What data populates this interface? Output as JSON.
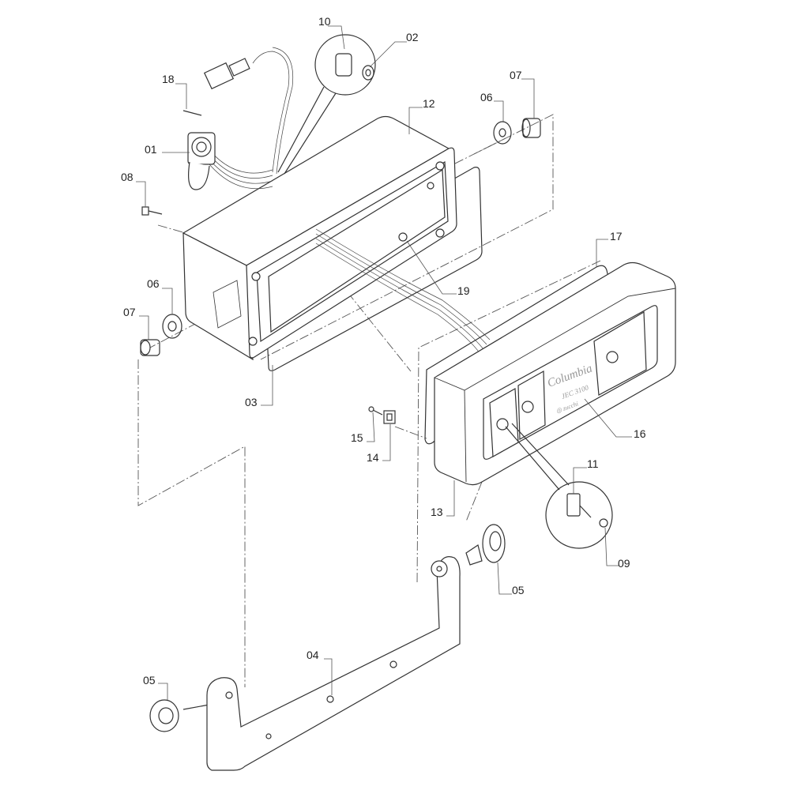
{
  "diagram": {
    "type": "exploded parts view",
    "part_labels": {
      "p01": "01",
      "p02": "02",
      "p03": "03",
      "p04": "04",
      "p05a": "05",
      "p05b": "05",
      "p06a": "06",
      "p06b": "06",
      "p07a": "07",
      "p07b": "07",
      "p08": "08",
      "p09": "09",
      "p10": "10",
      "p11": "11",
      "p12": "12",
      "p13": "13",
      "p14": "14",
      "p15": "15",
      "p16": "16",
      "p17": "17",
      "p18": "18",
      "p19": "19"
    },
    "panel_logo": {
      "brand": "Columbia",
      "model": "JEC 3100",
      "maker": "zucchi"
    }
  }
}
